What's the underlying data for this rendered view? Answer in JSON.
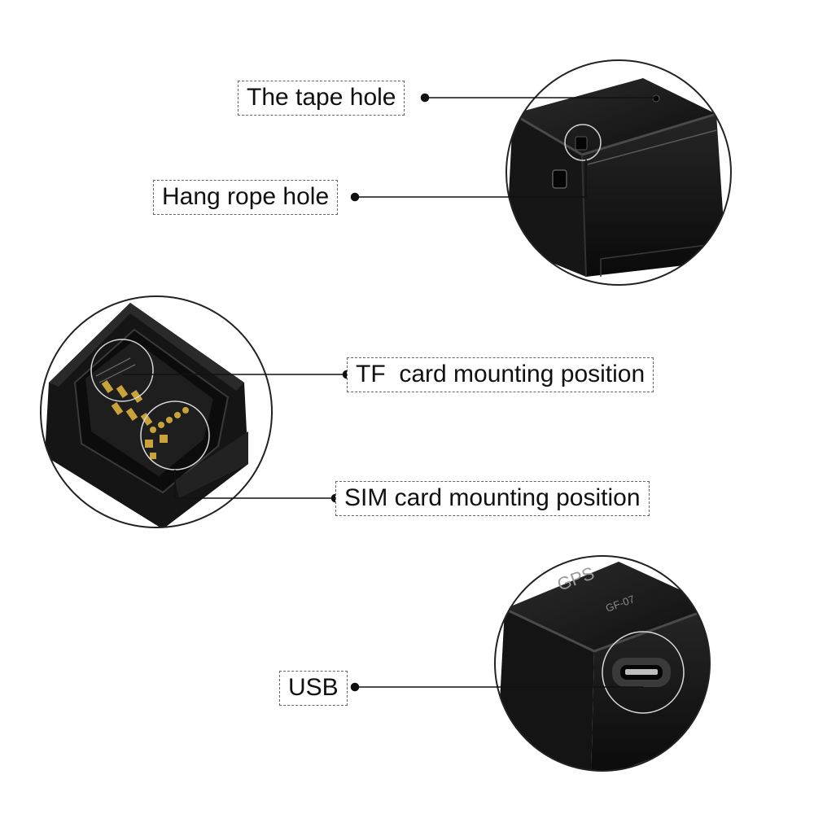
{
  "labels": {
    "tape_hole": "The tape hole",
    "hang_rope_hole": "Hang rope hole",
    "tf_card": "TF  card mounting position",
    "sim_card": "SIM card mounting position",
    "usb": "USB"
  },
  "device_markings": {
    "brand": "GPS",
    "model": "GF-07"
  },
  "colors": {
    "device_body": "#1c1c1c",
    "device_edge": "#3a3a3a",
    "leader_line": "#111111",
    "label_border": "#666666",
    "gold_contact": "#c9a23a"
  }
}
